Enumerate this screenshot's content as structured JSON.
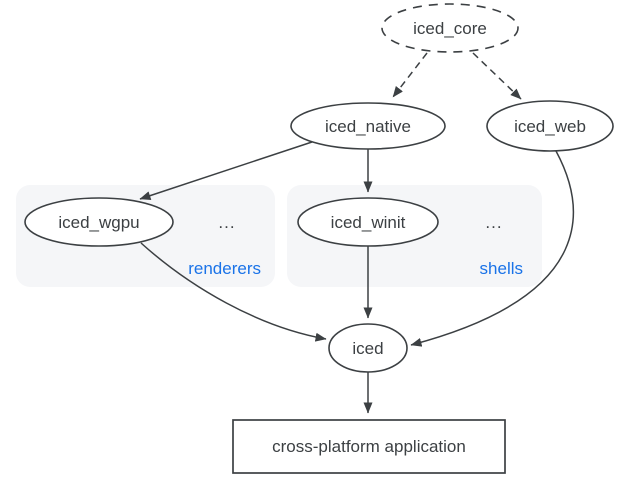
{
  "diagram": {
    "nodes": {
      "iced_core": {
        "label": "iced_core",
        "shape": "ellipse-dashed"
      },
      "iced_native": {
        "label": "iced_native",
        "shape": "ellipse"
      },
      "iced_web": {
        "label": "iced_web",
        "shape": "ellipse"
      },
      "iced_wgpu": {
        "label": "iced_wgpu",
        "shape": "ellipse"
      },
      "iced_winit": {
        "label": "iced_winit",
        "shape": "ellipse"
      },
      "iced": {
        "label": "iced",
        "shape": "ellipse"
      },
      "application": {
        "label": "cross-platform application",
        "shape": "rect"
      }
    },
    "groups": {
      "renderers": {
        "label": "renderers",
        "more": "...",
        "contains": [
          "iced_wgpu"
        ]
      },
      "shells": {
        "label": "shells",
        "more": "...",
        "contains": [
          "iced_winit"
        ]
      }
    },
    "edges": [
      {
        "from": "iced_core",
        "to": "iced_native",
        "style": "dashed"
      },
      {
        "from": "iced_core",
        "to": "iced_web",
        "style": "dashed"
      },
      {
        "from": "iced_native",
        "to": "iced_wgpu",
        "style": "solid"
      },
      {
        "from": "iced_native",
        "to": "iced_winit",
        "style": "solid"
      },
      {
        "from": "iced_wgpu",
        "to": "iced",
        "style": "solid"
      },
      {
        "from": "iced_winit",
        "to": "iced",
        "style": "solid"
      },
      {
        "from": "iced_web",
        "to": "iced",
        "style": "solid"
      },
      {
        "from": "iced",
        "to": "application",
        "style": "solid"
      }
    ],
    "colors": {
      "stroke": "#3c4043",
      "text": "#3c4043",
      "group_label": "#1a73e8",
      "group_background": "#f5f6f8",
      "node_fill": "#ffffff",
      "canvas": "#ffffff"
    }
  }
}
